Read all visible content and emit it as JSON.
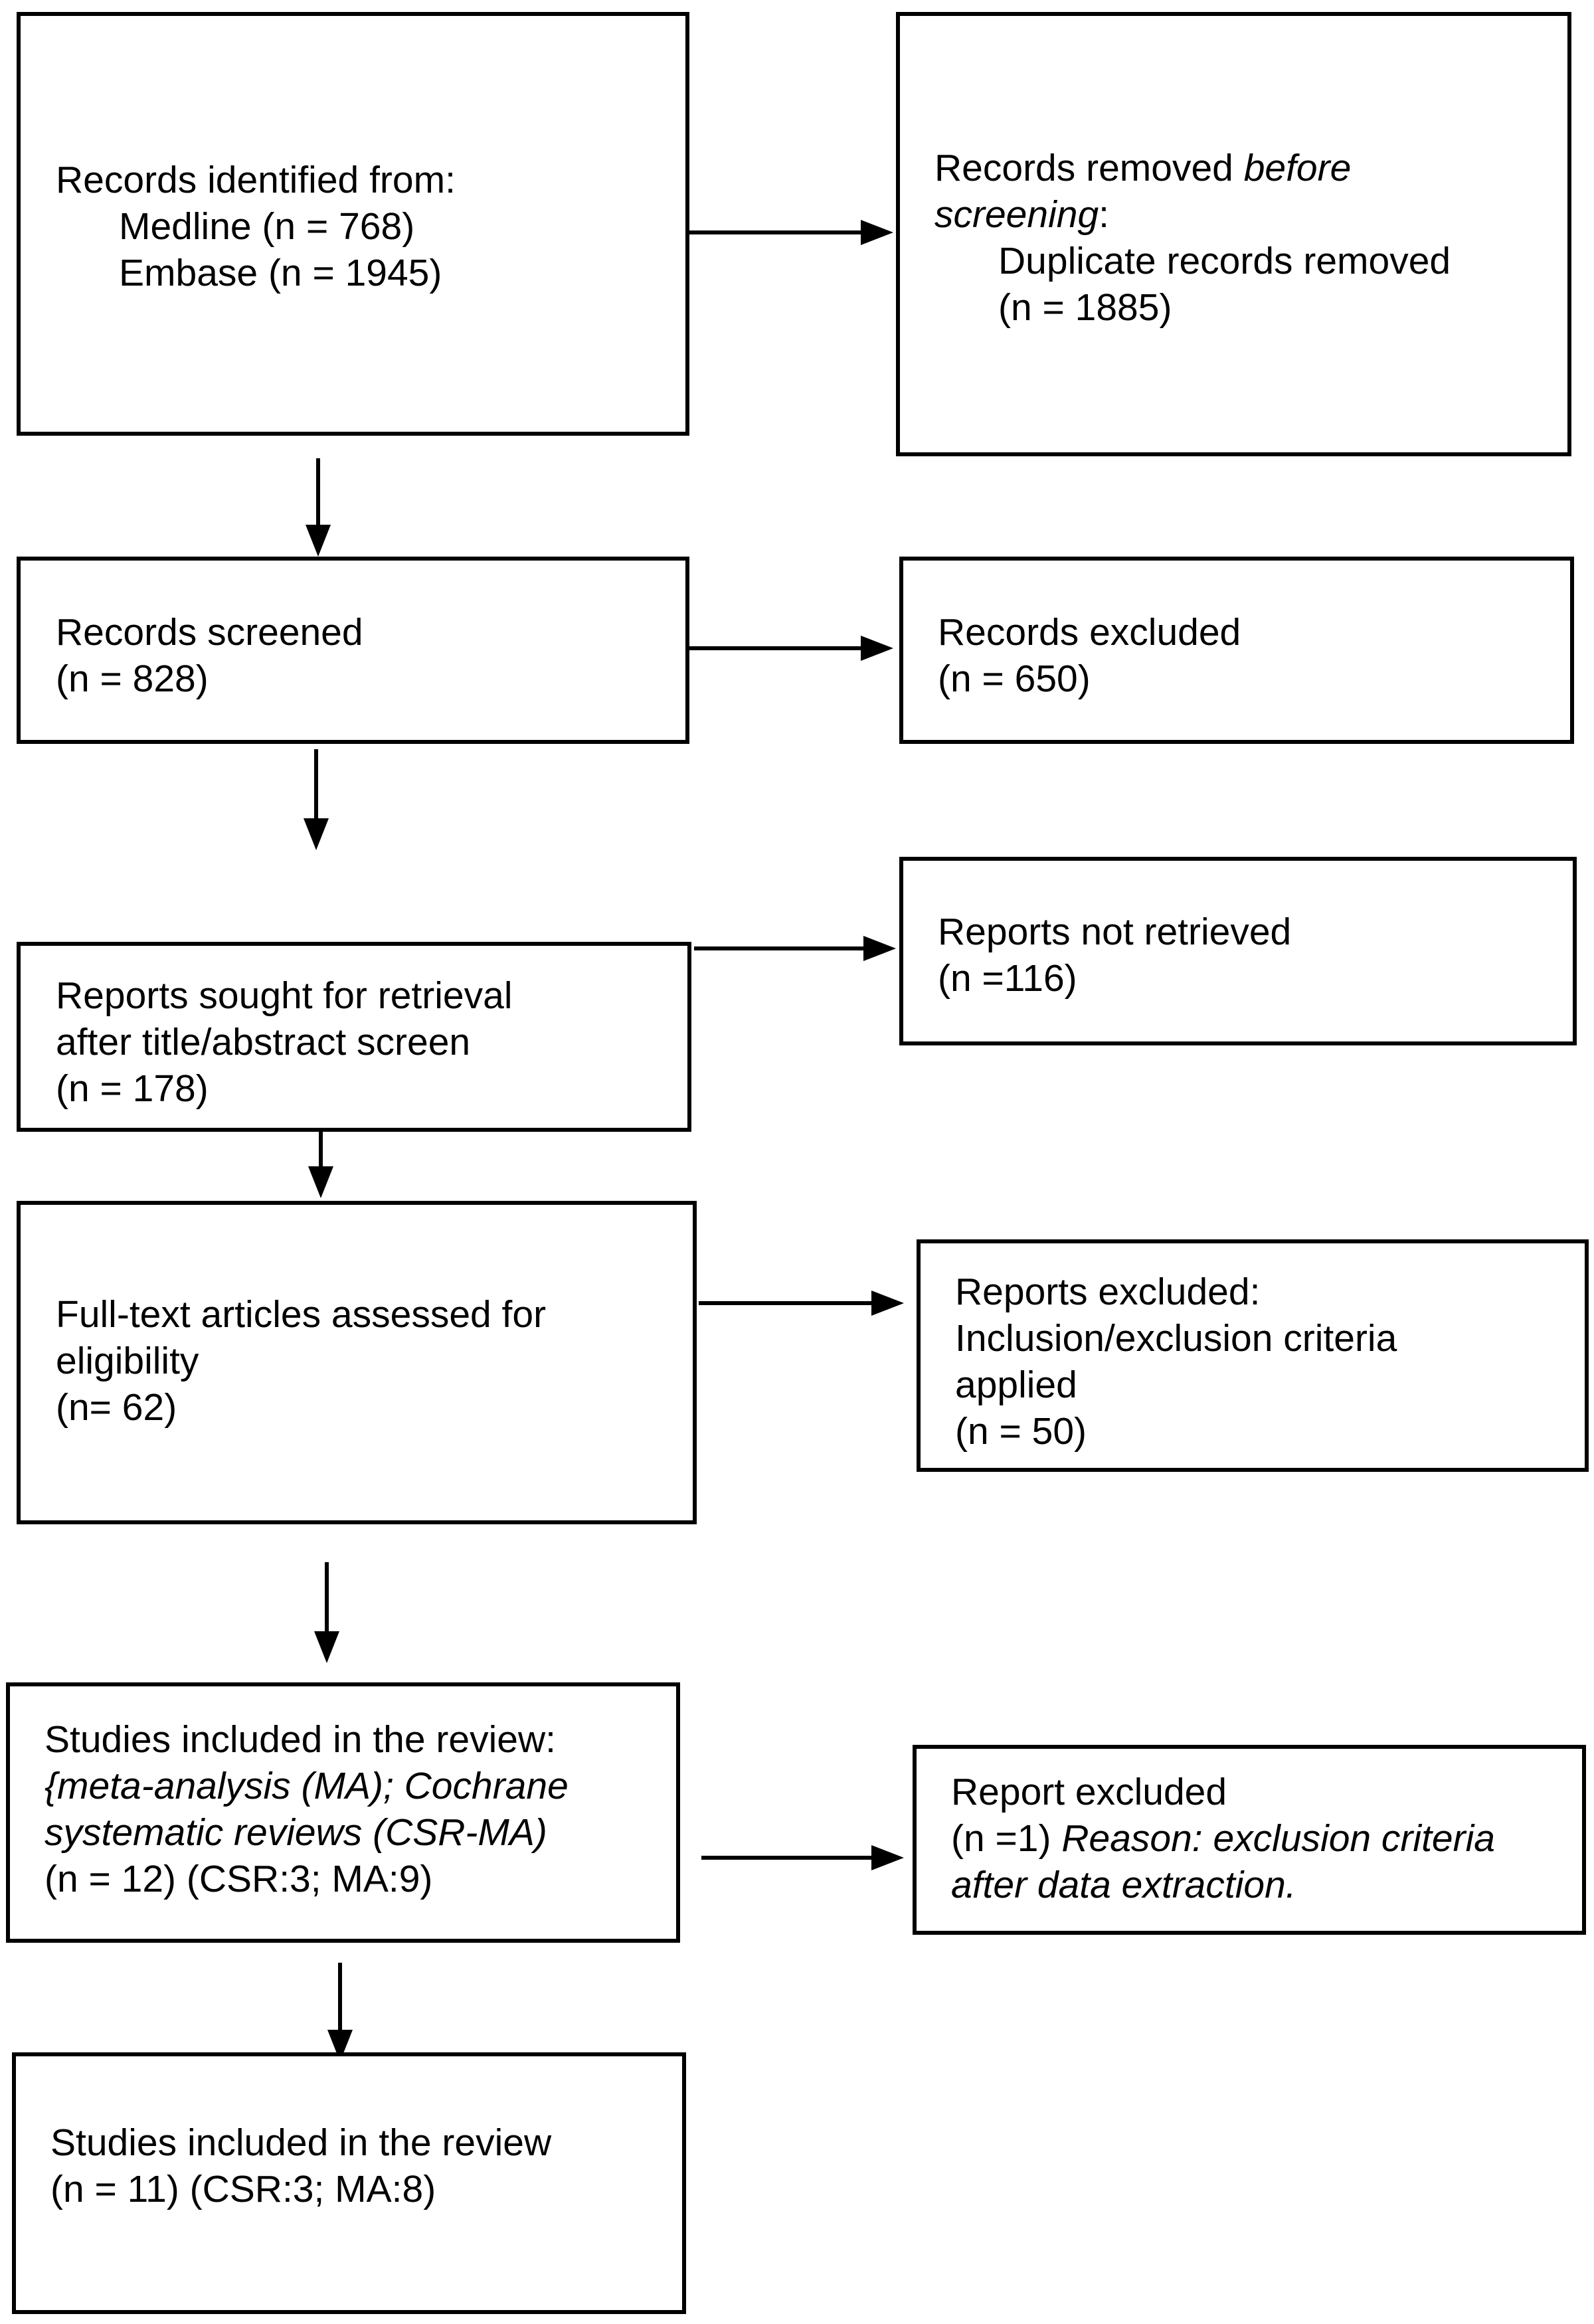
{
  "diagram": {
    "boxes": {
      "identified": {
        "title": "Records identified from:",
        "medline": "Medline (n = 768)",
        "embase": "Embase (n = 1945)"
      },
      "removed": {
        "title_a": "Records removed ",
        "title_b": "before",
        "title_c": "screening",
        "title_d": ":",
        "detail": "Duplicate records removed",
        "count": "(n = 1885)"
      },
      "screened": {
        "title": "Records screened",
        "count": "(n = 828)"
      },
      "excluded": {
        "title": "Records excluded",
        "count": "(n = 650)"
      },
      "sought": {
        "line1": "Reports sought for retrieval",
        "line2": "after title/abstract screen",
        "count": "(n = 178)"
      },
      "not_retrieved": {
        "title": "Reports not retrieved",
        "count": "(n =116)"
      },
      "fulltext": {
        "line1": "Full-text articles assessed for",
        "line2": "eligibility",
        "count": "(n= 62)"
      },
      "reports_excluded": {
        "line1": "Reports excluded:",
        "line2": "Inclusion/exclusion criteria",
        "line3": "applied",
        "count": "(n = 50)"
      },
      "included_12": {
        "line1": "Studies included in the review:",
        "line2": "{meta-analysis (MA); Cochrane",
        "line3": "systematic reviews (CSR-MA)",
        "line4": "(n = 12) (CSR:3; MA:9)"
      },
      "report_excluded_1": {
        "line1": "Report excluded",
        "line2a": "(n =1) ",
        "line2b": "Reason: exclusion criteria",
        "line3": "after data extraction."
      },
      "included_11": {
        "line1": "Studies included in the review",
        "line2": "(n = 11) (CSR:3; MA:8)"
      }
    }
  }
}
